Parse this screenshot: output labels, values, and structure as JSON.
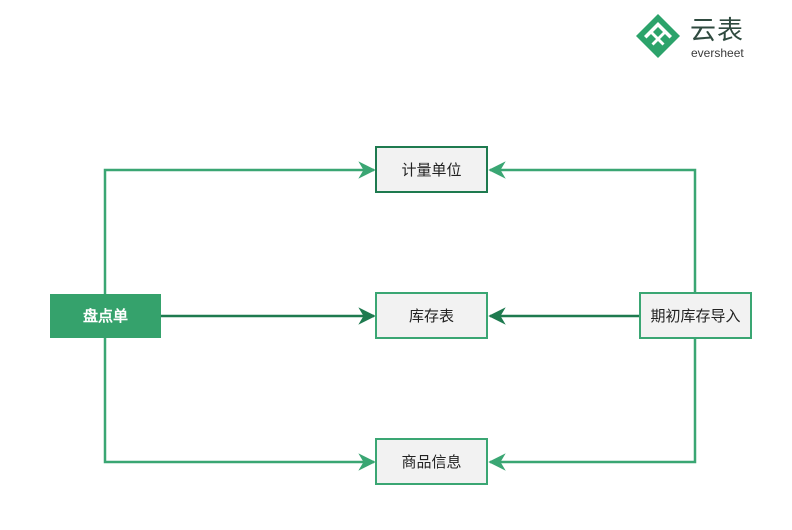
{
  "logo": {
    "brand_cn": "云表",
    "brand_en": "eversheet",
    "icon": "eversheet-diamond-logo-icon",
    "color": "#2ca36b"
  },
  "nodes": {
    "source": "盘点单",
    "unit": "计量单位",
    "inventory": "库存表",
    "product": "商品信息",
    "import": "期初库存导入"
  },
  "colors": {
    "accent": "#35a26c",
    "edge": "#3aa673",
    "edge_dark": "#1e7a4f"
  }
}
